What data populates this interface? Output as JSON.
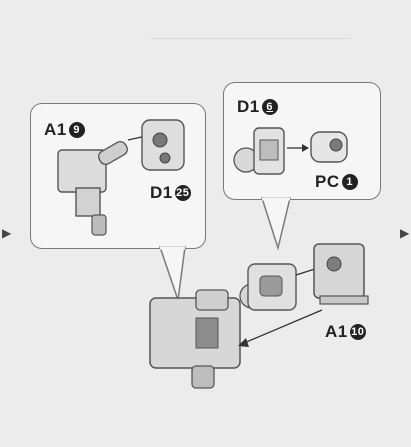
{
  "bubble_left": {
    "part_label": "A1",
    "part_number": "9",
    "connector_label": "D1",
    "connector_number": "25"
  },
  "bubble_right": {
    "part_label": "D1",
    "part_number": "6",
    "connector_label": "PC",
    "connector_number": "1"
  },
  "main_assembly": {
    "part_label": "A1",
    "part_number": "10"
  },
  "side_markers": {
    "left": "▶",
    "right": "▶"
  }
}
